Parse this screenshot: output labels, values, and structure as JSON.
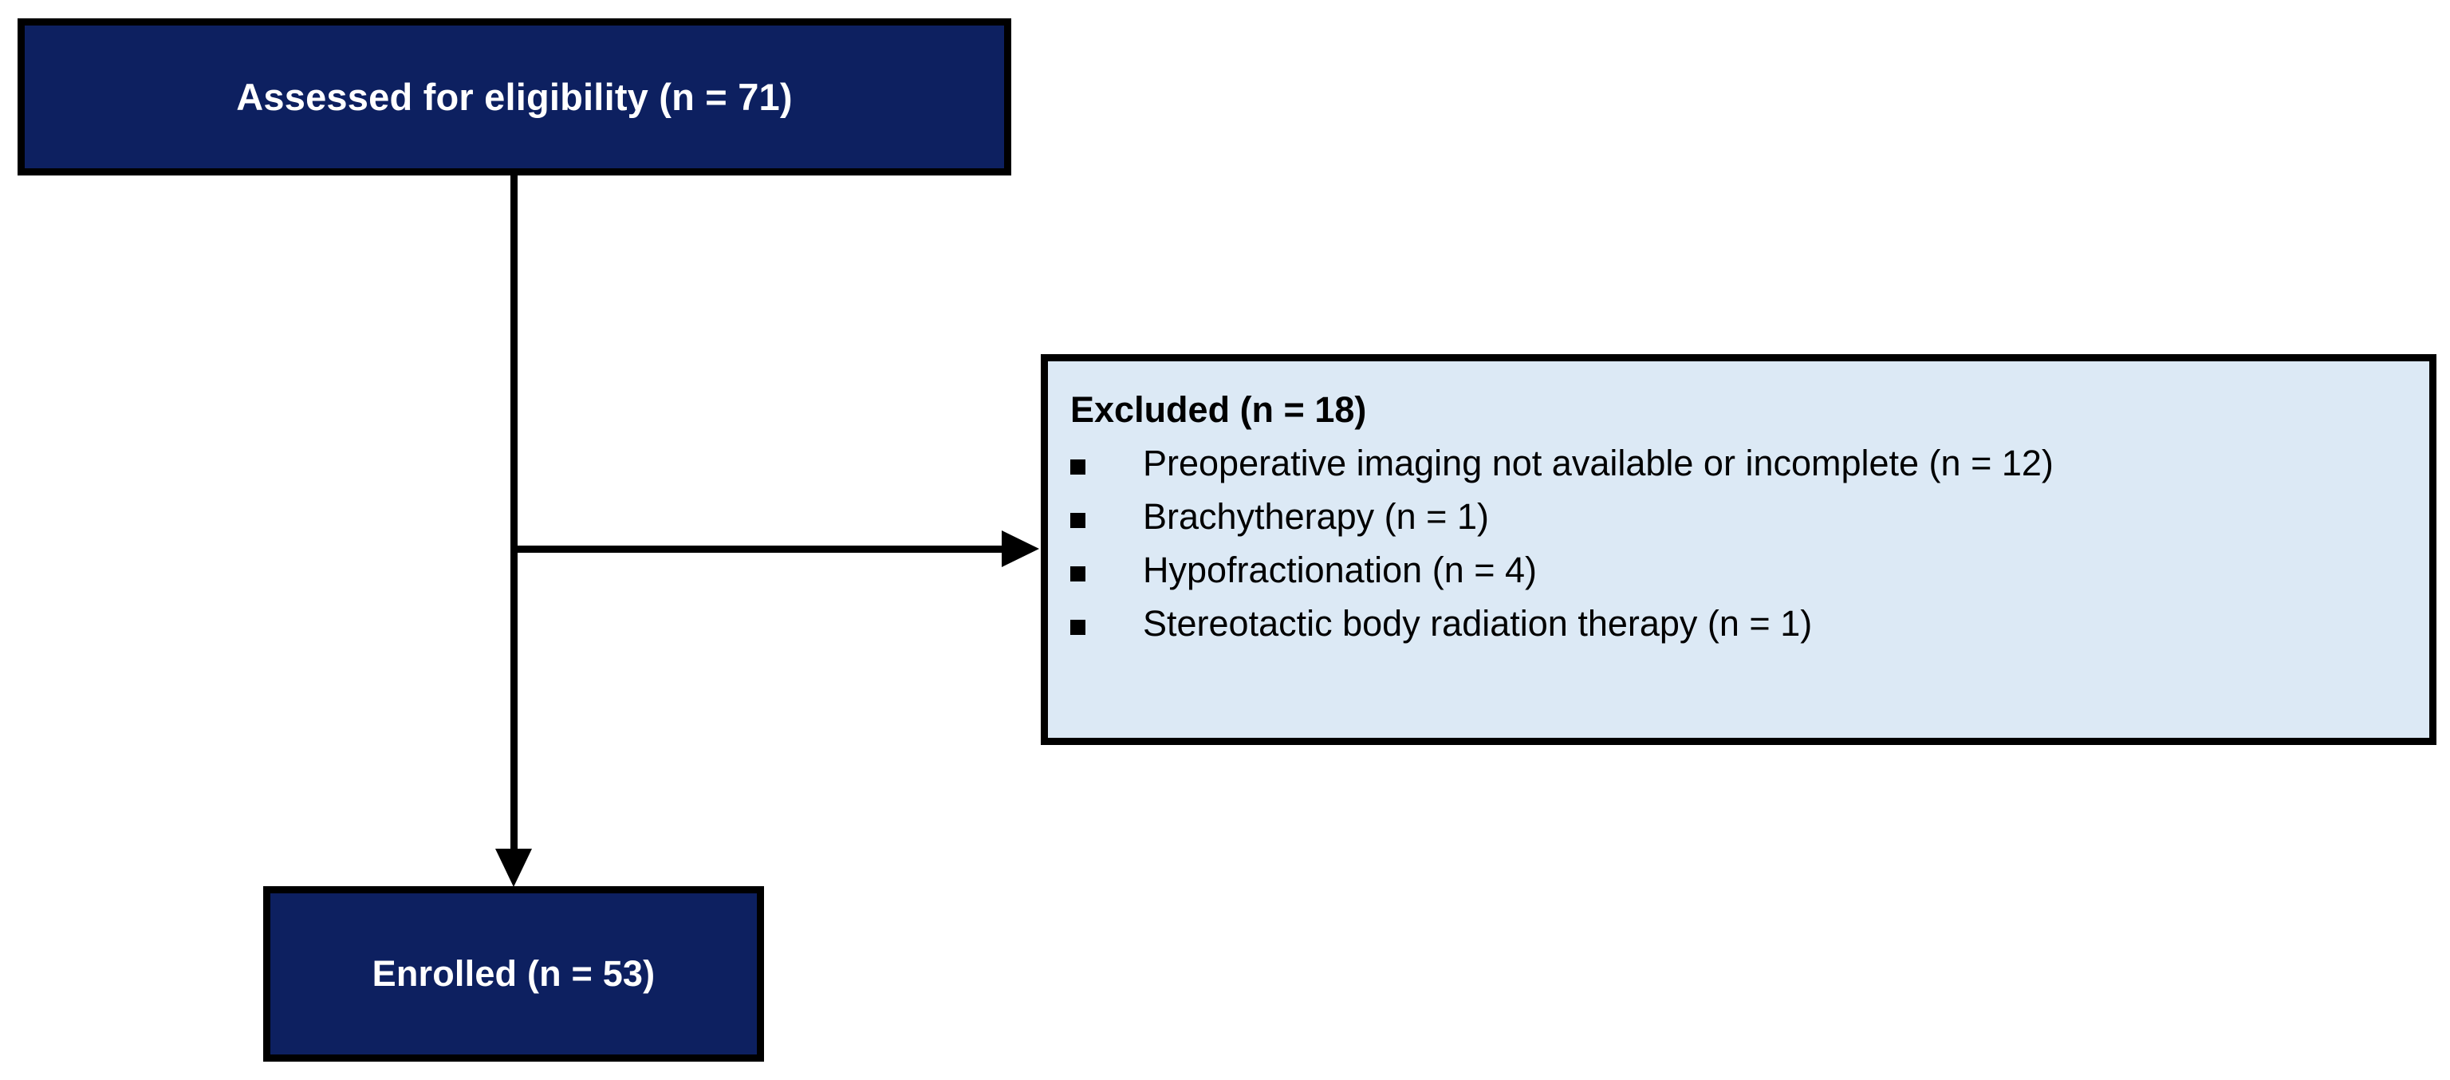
{
  "diagram": {
    "type": "consort-flow-diagram",
    "colors": {
      "navy_fill": "#0d2060",
      "navy_text": "#ffffff",
      "light_fill": "#dce9f5",
      "border": "#000000",
      "connector": "#000000",
      "page_background": "#ffffff"
    },
    "nodes": {
      "assessed": {
        "label": "Assessed for eligibility (n = 71)",
        "count": 71
      },
      "enrolled": {
        "label": "Enrolled (n = 53)",
        "count": 53
      },
      "excluded": {
        "title": "Excluded (n = 18)",
        "count": 18,
        "reasons": [
          {
            "label": "Preoperative imaging not available or incomplete (n = 12)",
            "count": 12
          },
          {
            "label": "Brachytherapy (n = 1)",
            "count": 1
          },
          {
            "label": "Hypofractionation (n = 4)",
            "count": 4
          },
          {
            "label": "Stereotactic body radiation therapy (n = 1)",
            "count": 1
          }
        ]
      }
    },
    "connectors": [
      {
        "from": "assessed",
        "to": "excluded",
        "direction": "right"
      },
      {
        "from": "assessed",
        "to": "enrolled",
        "direction": "down"
      }
    ]
  }
}
